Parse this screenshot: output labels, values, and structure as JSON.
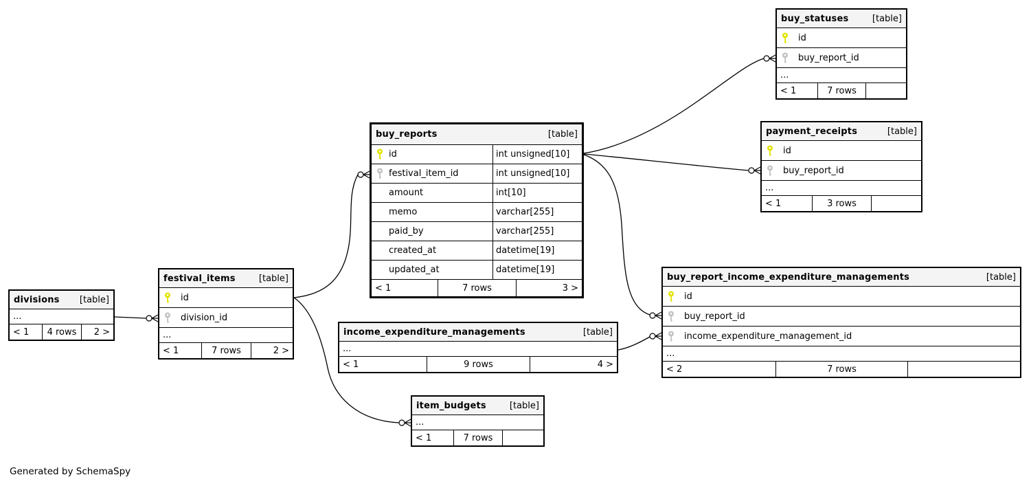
{
  "labels": {
    "table_tag": "[table]",
    "ellipsis": "...",
    "generated_by": "Generated by SchemaSpy"
  },
  "colors": {
    "background": "#ffffff",
    "header_bg": "#f4f4f4",
    "border": "#000000",
    "primary_key_icon": "#e3e300",
    "foreign_key_icon": "#c3c3c3"
  },
  "tables": {
    "divisions": {
      "name": "divisions",
      "footer": {
        "left": "< 1",
        "center": "4 rows",
        "right": "2 >"
      }
    },
    "festival_items": {
      "name": "festival_items",
      "columns": [
        {
          "name": "id",
          "key": "primary"
        },
        {
          "name": "division_id",
          "key": "foreign"
        }
      ],
      "footer": {
        "left": "< 1",
        "center": "7 rows",
        "right": "2 >"
      }
    },
    "buy_reports": {
      "name": "buy_reports",
      "columns": [
        {
          "name": "id",
          "type": "int unsigned[10]",
          "key": "primary"
        },
        {
          "name": "festival_item_id",
          "type": "int unsigned[10]",
          "key": "foreign"
        },
        {
          "name": "amount",
          "type": "int[10]",
          "key": "none"
        },
        {
          "name": "memo",
          "type": "varchar[255]",
          "key": "none"
        },
        {
          "name": "paid_by",
          "type": "varchar[255]",
          "key": "none"
        },
        {
          "name": "created_at",
          "type": "datetime[19]",
          "key": "none"
        },
        {
          "name": "updated_at",
          "type": "datetime[19]",
          "key": "none"
        }
      ],
      "footer": {
        "left": "< 1",
        "center": "7 rows",
        "right": "3 >"
      }
    },
    "buy_statuses": {
      "name": "buy_statuses",
      "columns": [
        {
          "name": "id",
          "key": "primary"
        },
        {
          "name": "buy_report_id",
          "key": "foreign"
        }
      ],
      "footer": {
        "left": "< 1",
        "center": "7 rows",
        "right": ""
      }
    },
    "payment_receipts": {
      "name": "payment_receipts",
      "columns": [
        {
          "name": "id",
          "key": "primary"
        },
        {
          "name": "buy_report_id",
          "key": "foreign"
        }
      ],
      "footer": {
        "left": "< 1",
        "center": "3 rows",
        "right": ""
      }
    },
    "buy_report_income_expenditure_managements": {
      "name": "buy_report_income_expenditure_managements",
      "columns": [
        {
          "name": "id",
          "key": "primary"
        },
        {
          "name": "buy_report_id",
          "key": "foreign"
        },
        {
          "name": "income_expenditure_management_id",
          "key": "foreign"
        }
      ],
      "footer": {
        "left": "< 2",
        "center": "7 rows",
        "right": ""
      }
    },
    "income_expenditure_managements": {
      "name": "income_expenditure_managements",
      "footer": {
        "left": "< 1",
        "center": "9 rows",
        "right": "4 >"
      }
    },
    "item_budgets": {
      "name": "item_budgets",
      "footer": {
        "left": "< 1",
        "center": "7 rows",
        "right": ""
      }
    }
  },
  "relationships": [
    {
      "from": "buy_reports.id",
      "to": "buy_statuses.buy_report_id"
    },
    {
      "from": "buy_reports.id",
      "to": "payment_receipts.buy_report_id"
    },
    {
      "from": "buy_reports.id",
      "to": "buy_report_income_expenditure_managements.buy_report_id"
    },
    {
      "from": "income_expenditure_managements",
      "to": "buy_report_income_expenditure_managements.income_expenditure_management_id"
    },
    {
      "from": "festival_items.id",
      "to": "buy_reports.festival_item_id"
    },
    {
      "from": "festival_items.id",
      "to": "item_budgets"
    },
    {
      "from": "divisions",
      "to": "festival_items.division_id"
    }
  ]
}
